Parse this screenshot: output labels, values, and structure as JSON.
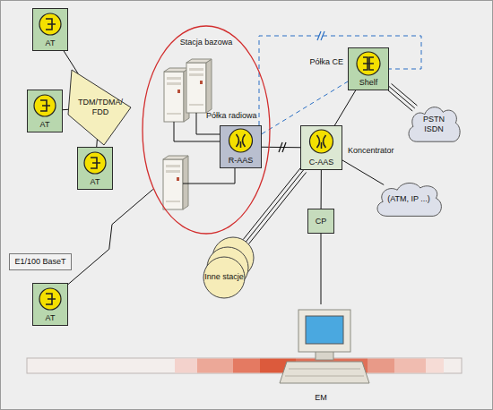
{
  "diagram": {
    "nodes": [
      {
        "text": [
          "AT"
        ]
      },
      {
        "text": [
          "TDM/TDMA/ FDD"
        ]
      },
      {
        "text": [
          "AT"
        ]
      },
      {
        "text": [
          "AT"
        ]
      },
      {
        "text": [
          "Stacja bazowa"
        ]
      },
      {
        "text": [
          "Półka radiowa",
          "R-AAS"
        ],
        "in": 4
      },
      {
        "text": [
          "Półka CE",
          "Shelf"
        ]
      },
      {
        "text": [
          "PSTN ISDN"
        ]
      },
      {
        "text": [
          "C-AAS",
          "Koncentrator"
        ]
      },
      {
        "text": [
          "(ATM, IP ...)"
        ]
      },
      {
        "text": [
          "CP"
        ]
      },
      {
        "text": [
          "Inne stacje"
        ]
      },
      {
        "text": [
          "E1/100 BaseT"
        ]
      },
      {
        "text": [
          "AT"
        ]
      },
      {
        "text": [
          "EM"
        ]
      }
    ],
    "edges": [
      {
        "from": 0,
        "to": 1,
        "arrow": "none"
      },
      {
        "from": 2,
        "to": 1,
        "arrow": "none"
      },
      {
        "from": 3,
        "to": 1,
        "arrow": "none"
      },
      {
        "from": 5,
        "to": 8,
        "arrow": "none"
      },
      {
        "from": 5,
        "to": 6,
        "arrow": "none"
      },
      {
        "from": 5,
        "to": 6,
        "arrow": "none"
      },
      {
        "from": 8,
        "to": 6,
        "arrow": "none"
      },
      {
        "from": 6,
        "to": 7,
        "arrow": "none"
      },
      {
        "from": 8,
        "to": 9,
        "arrow": "none"
      },
      {
        "from": 8,
        "to": 10,
        "arrow": "none"
      },
      {
        "from": 10,
        "to": 14,
        "arrow": "none"
      },
      {
        "from": 8,
        "to": 11,
        "arrow": "none"
      },
      {
        "from": 13,
        "to": 4,
        "arrow": "none"
      }
    ]
  }
}
